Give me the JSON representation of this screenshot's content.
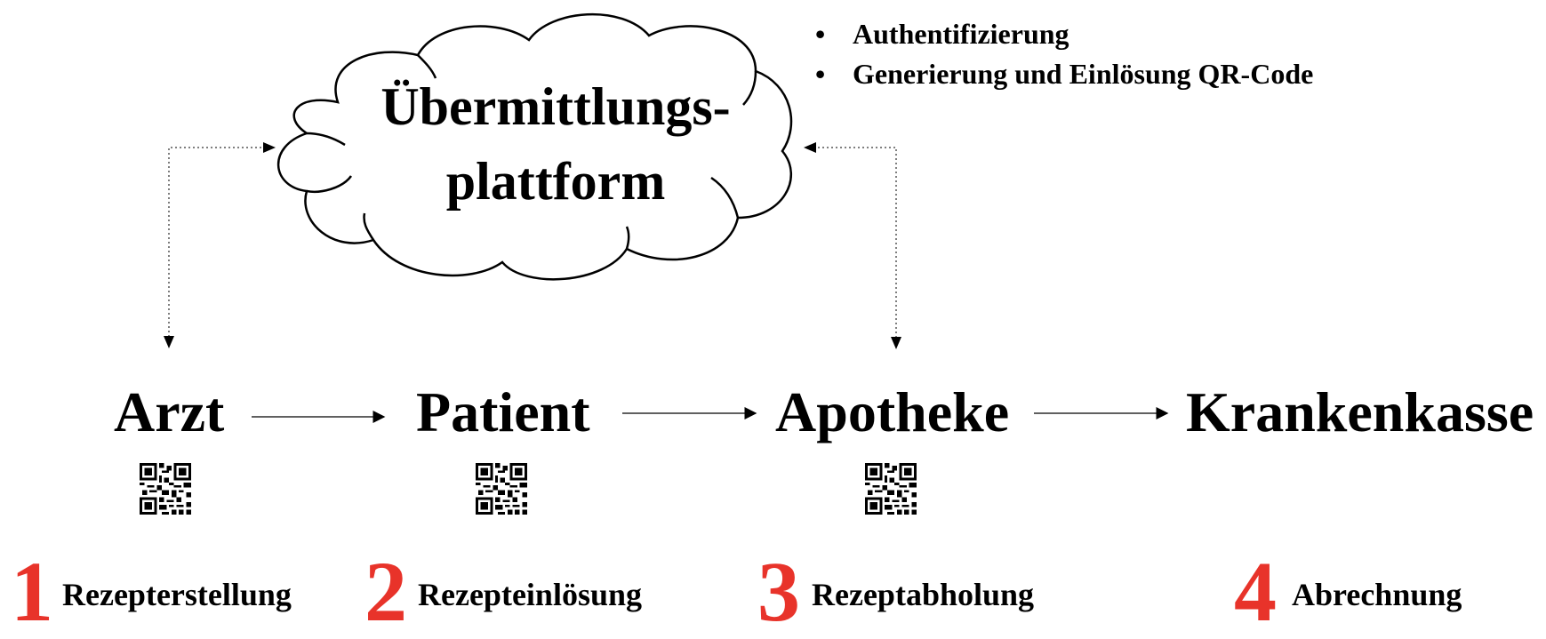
{
  "platform": {
    "title_line1": "Übermittlungs-",
    "title_line2": "plattform",
    "features": [
      "Authentifizierung",
      "Generierung und Einlösung QR-Code"
    ]
  },
  "nodes": {
    "arzt": "Arzt",
    "patient": "Patient",
    "apotheke": "Apotheke",
    "krankenkasse": "Krankenkasse"
  },
  "steps": [
    {
      "number": "1",
      "label": "Rezepterstellung"
    },
    {
      "number": "2",
      "label": "Rezepteinlösung"
    },
    {
      "number": "3",
      "label": "Rezeptabholung"
    },
    {
      "number": "4",
      "label": "Abrechnung"
    }
  ],
  "colors": {
    "step_number": "#e8332a",
    "text": "#000000"
  },
  "icons": {
    "qr": "qr-code-icon"
  }
}
